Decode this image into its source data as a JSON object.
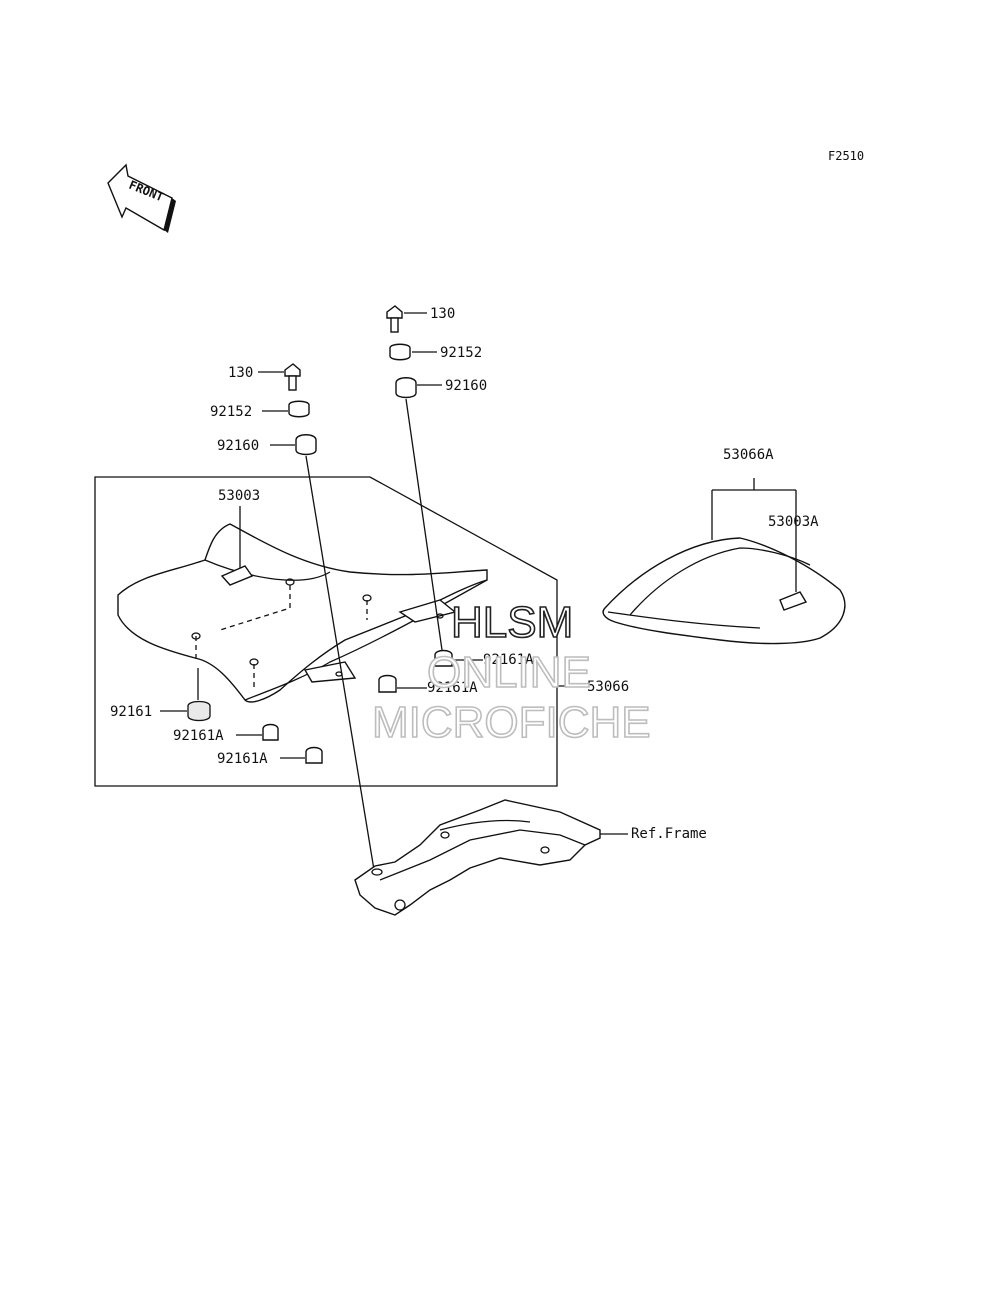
{
  "figure_code": "F2510",
  "front_arrow": {
    "text": "FRONT",
    "icon": "front-arrow-icon"
  },
  "ref_frame": "Ref.Frame",
  "watermark": {
    "line1": "HLSM",
    "line2": "ONLINE",
    "line3": "MICROFICHE"
  },
  "parts": {
    "bolt_right": "130",
    "washer_right": "92152",
    "damper_right": "92160",
    "bolt_left": "130",
    "washer_left": "92152",
    "damper_left": "92160",
    "seat": "53003",
    "seat_assy": "53066",
    "rubber_a_1": "92161A",
    "rubber_a_2": "92161A",
    "rubber": "92161",
    "rubber_a_3": "92161A",
    "rubber_a_4": "92161A",
    "cover_assy": "53066A",
    "cover_seat": "53003A"
  }
}
